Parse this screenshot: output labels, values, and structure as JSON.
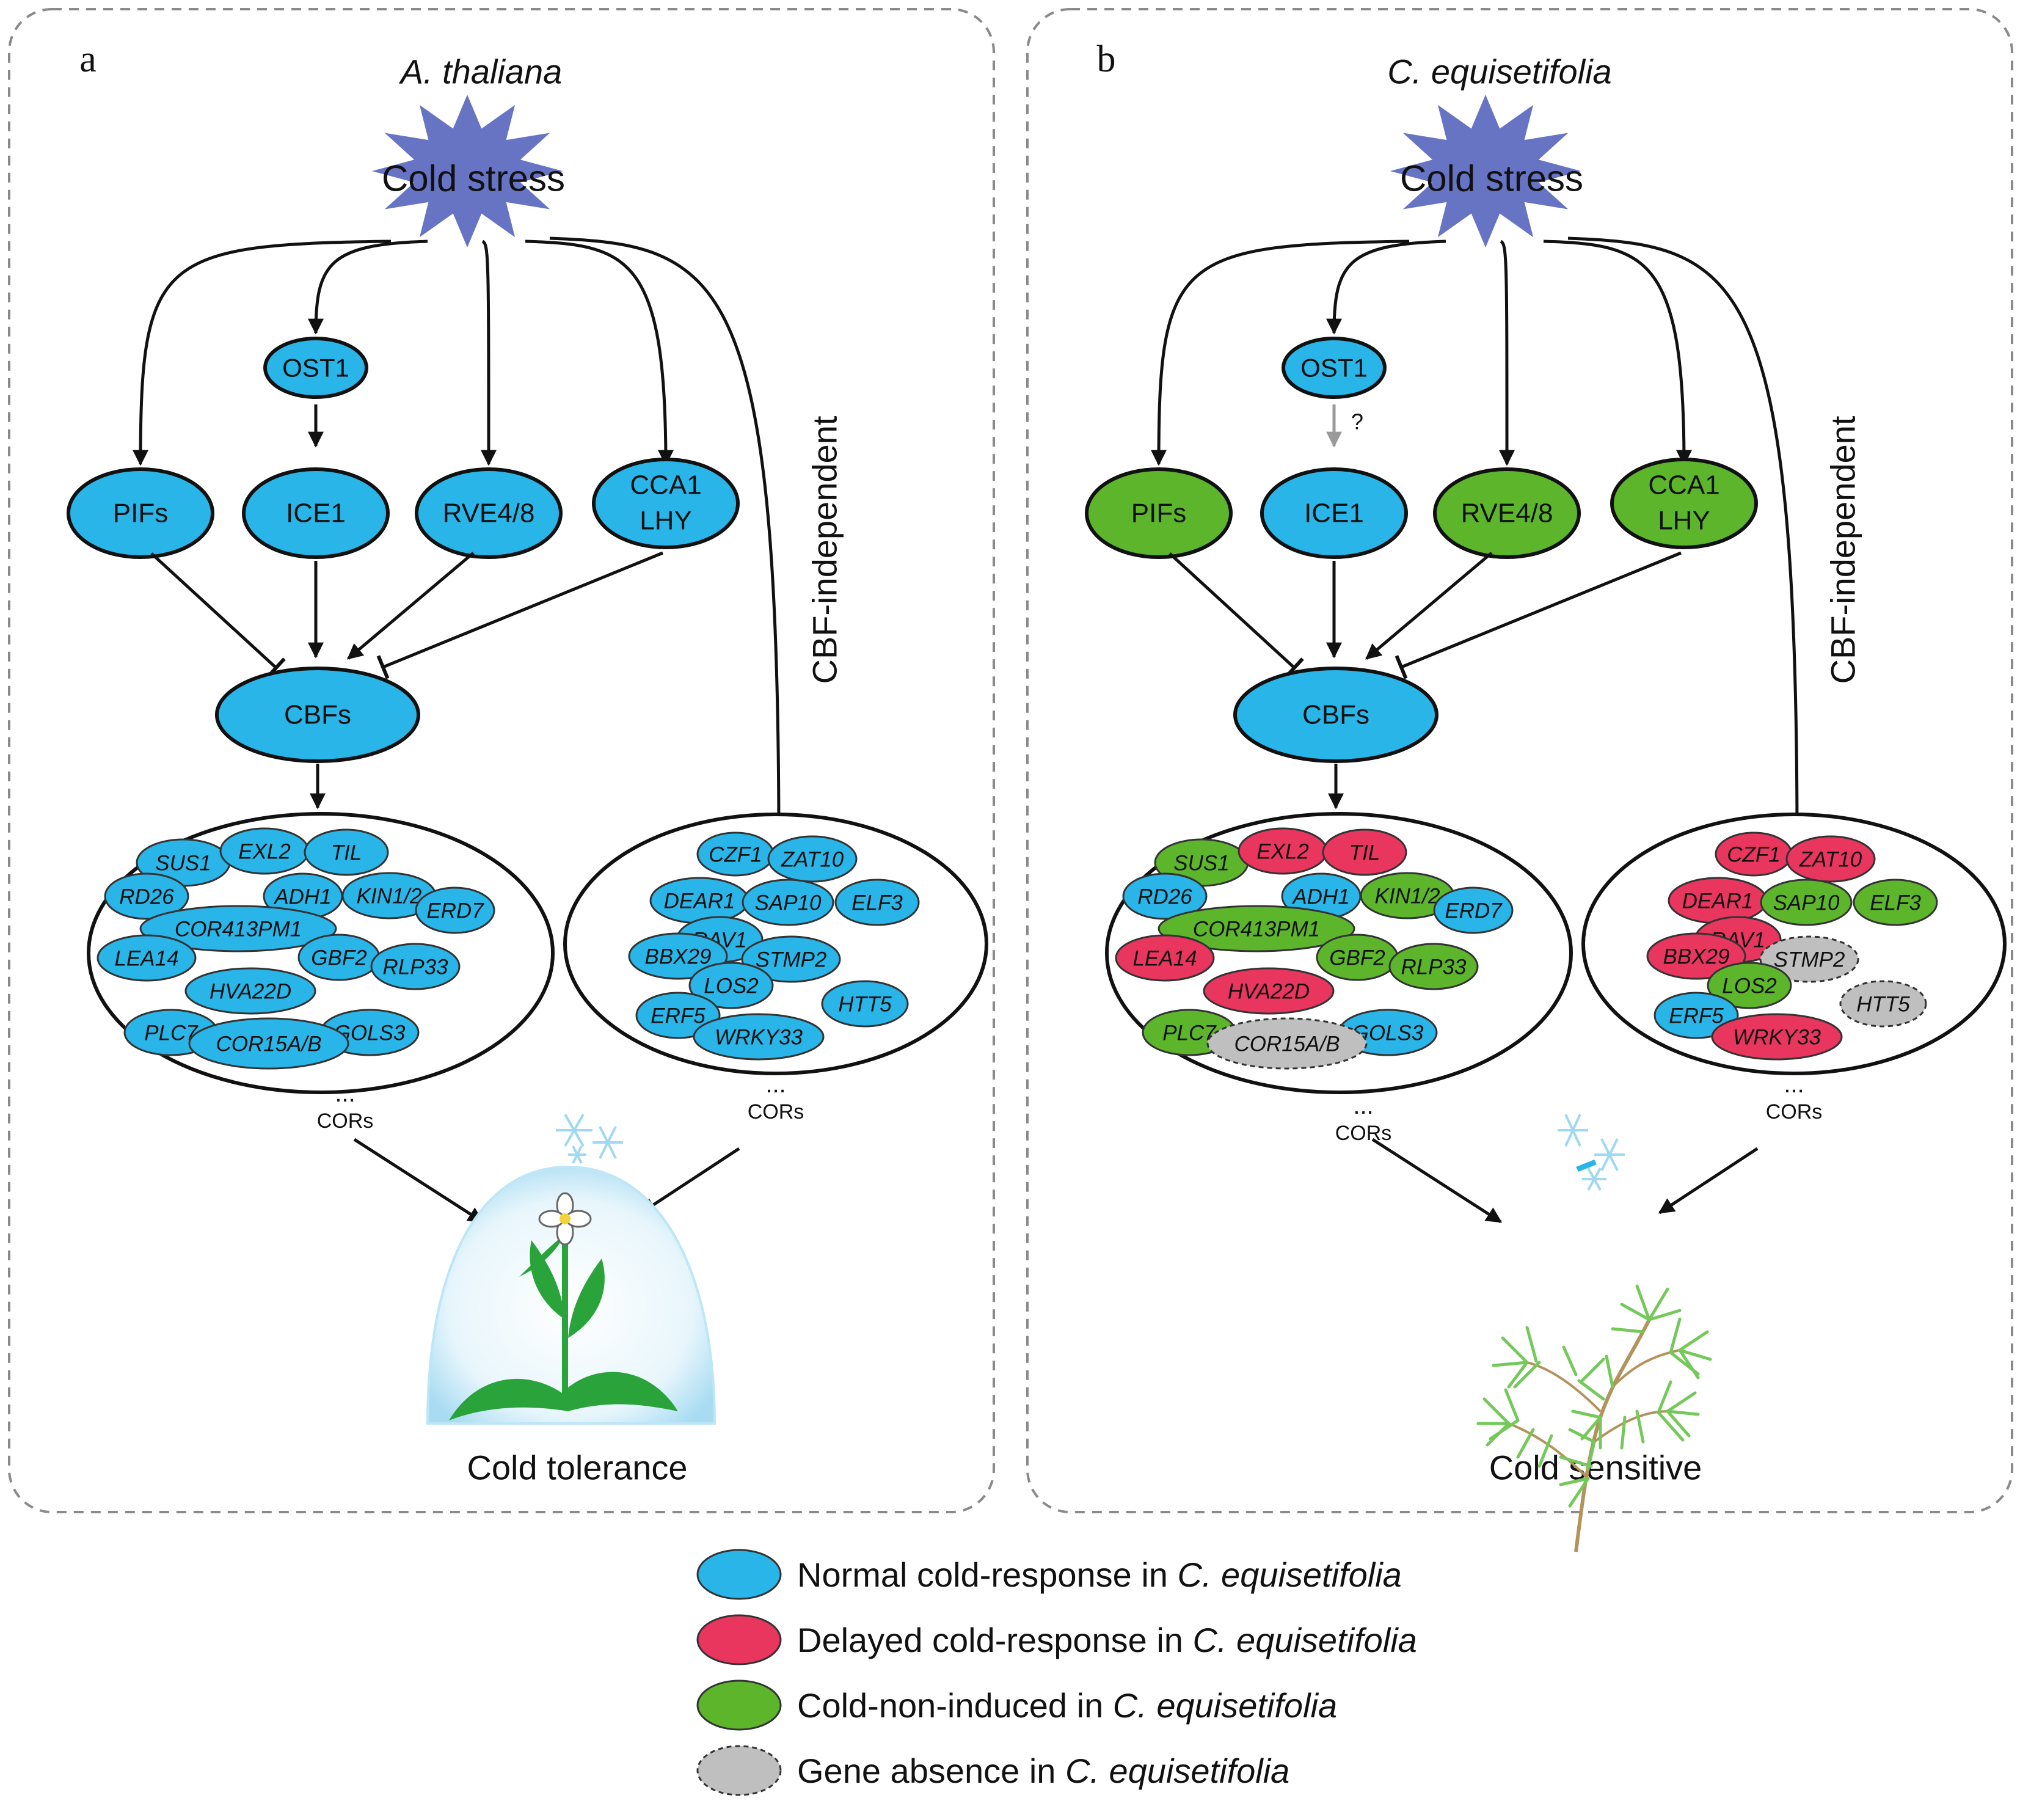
{
  "colors": {
    "normal": "#2ab5e8",
    "delayed": "#e8365e",
    "non_induced": "#5db52c",
    "absent": "#bfbfbf",
    "star": "#6774c4",
    "panel_border": "#8a8a8a",
    "arrow": "#111111",
    "question_arrow": "#9a9a9a"
  },
  "panels": [
    {
      "letter": "a",
      "species": "A. thaliana",
      "stress": "Cold stress",
      "ost1": "OST1",
      "pifs": "PIFs",
      "ice1": "ICE1",
      "rve": "RVE4/8",
      "cca1": "CCA1",
      "lhy": "LHY",
      "cbfs": "CBFs",
      "cbf_independent": "CBF-independent",
      "question": "",
      "cors_dots": "...",
      "cors_left": "CORs",
      "cors_right": "CORs",
      "outcome": "Cold tolerance",
      "status": {
        "pifs": "normal",
        "ice1": "normal",
        "rve": "normal",
        "cca1": "normal",
        "ost1": "normal",
        "cbfs": "normal"
      },
      "cbf_genes": [
        {
          "label": "SUS1",
          "status": "normal"
        },
        {
          "label": "EXL2",
          "status": "normal"
        },
        {
          "label": "TIL",
          "status": "normal"
        },
        {
          "label": "RD26",
          "status": "normal"
        },
        {
          "label": "ADH1",
          "status": "normal"
        },
        {
          "label": "KIN1/2",
          "status": "normal"
        },
        {
          "label": "ERD7",
          "status": "normal"
        },
        {
          "label": "COR413PM1",
          "status": "normal"
        },
        {
          "label": "LEA14",
          "status": "normal"
        },
        {
          "label": "GBF2",
          "status": "normal"
        },
        {
          "label": "RLP33",
          "status": "normal"
        },
        {
          "label": "HVA22D",
          "status": "normal"
        },
        {
          "label": "PLC7",
          "status": "normal"
        },
        {
          "label": "GOLS3",
          "status": "normal"
        },
        {
          "label": "COR15A/B",
          "status": "normal"
        }
      ],
      "indep_genes": [
        {
          "label": "CZF1",
          "status": "normal"
        },
        {
          "label": "ZAT10",
          "status": "normal"
        },
        {
          "label": "DEAR1",
          "status": "normal"
        },
        {
          "label": "SAP10",
          "status": "normal"
        },
        {
          "label": "ELF3",
          "status": "normal"
        },
        {
          "label": "RAV1",
          "status": "normal"
        },
        {
          "label": "BBX29",
          "status": "normal"
        },
        {
          "label": "STMP2",
          "status": "normal"
        },
        {
          "label": "LOS2",
          "status": "normal"
        },
        {
          "label": "HTT5",
          "status": "normal"
        },
        {
          "label": "ERF5",
          "status": "normal"
        },
        {
          "label": "WRKY33",
          "status": "normal"
        }
      ]
    },
    {
      "letter": "b",
      "species": "C. equisetifolia",
      "stress": "Cold stress",
      "ost1": "OST1",
      "pifs": "PIFs",
      "ice1": "ICE1",
      "rve": "RVE4/8",
      "cca1": "CCA1",
      "lhy": "LHY",
      "cbfs": "CBFs",
      "cbf_independent": "CBF-independent",
      "question": "?",
      "cors_dots": "...",
      "cors_left": "CORs",
      "cors_right": "CORs",
      "outcome": "Cold sensitive",
      "status": {
        "pifs": "non_induced",
        "ice1": "normal",
        "rve": "non_induced",
        "cca1": "non_induced",
        "ost1": "normal",
        "cbfs": "normal"
      },
      "cbf_genes": [
        {
          "label": "SUS1",
          "status": "non_induced"
        },
        {
          "label": "EXL2",
          "status": "delayed"
        },
        {
          "label": "TIL",
          "status": "delayed"
        },
        {
          "label": "RD26",
          "status": "normal"
        },
        {
          "label": "ADH1",
          "status": "normal"
        },
        {
          "label": "KIN1/2",
          "status": "non_induced"
        },
        {
          "label": "ERD7",
          "status": "normal"
        },
        {
          "label": "COR413PM1",
          "status": "non_induced"
        },
        {
          "label": "LEA14",
          "status": "delayed"
        },
        {
          "label": "GBF2",
          "status": "non_induced"
        },
        {
          "label": "RLP33",
          "status": "non_induced"
        },
        {
          "label": "HVA22D",
          "status": "delayed"
        },
        {
          "label": "PLC7",
          "status": "non_induced"
        },
        {
          "label": "GOLS3",
          "status": "normal"
        },
        {
          "label": "COR15A/B",
          "status": "absent"
        }
      ],
      "indep_genes": [
        {
          "label": "CZF1",
          "status": "delayed"
        },
        {
          "label": "ZAT10",
          "status": "delayed"
        },
        {
          "label": "DEAR1",
          "status": "delayed"
        },
        {
          "label": "SAP10",
          "status": "non_induced"
        },
        {
          "label": "ELF3",
          "status": "non_induced"
        },
        {
          "label": "RAV1",
          "status": "delayed"
        },
        {
          "label": "BBX29",
          "status": "delayed"
        },
        {
          "label": "STMP2",
          "status": "absent"
        },
        {
          "label": "LOS2",
          "status": "non_induced"
        },
        {
          "label": "HTT5",
          "status": "absent"
        },
        {
          "label": "ERF5",
          "status": "normal"
        },
        {
          "label": "WRKY33",
          "status": "delayed"
        }
      ]
    }
  ],
  "legend": [
    {
      "status": "normal",
      "text": "Normal cold-response in ",
      "species": "C. equisetifolia"
    },
    {
      "status": "delayed",
      "text": "Delayed cold-response in ",
      "species": "C. equisetifolia"
    },
    {
      "status": "non_induced",
      "text": "Cold-non-induced in ",
      "species": "C. equisetifolia"
    },
    {
      "status": "absent",
      "text": "Gene absence in ",
      "species": "C. equisetifolia"
    }
  ]
}
